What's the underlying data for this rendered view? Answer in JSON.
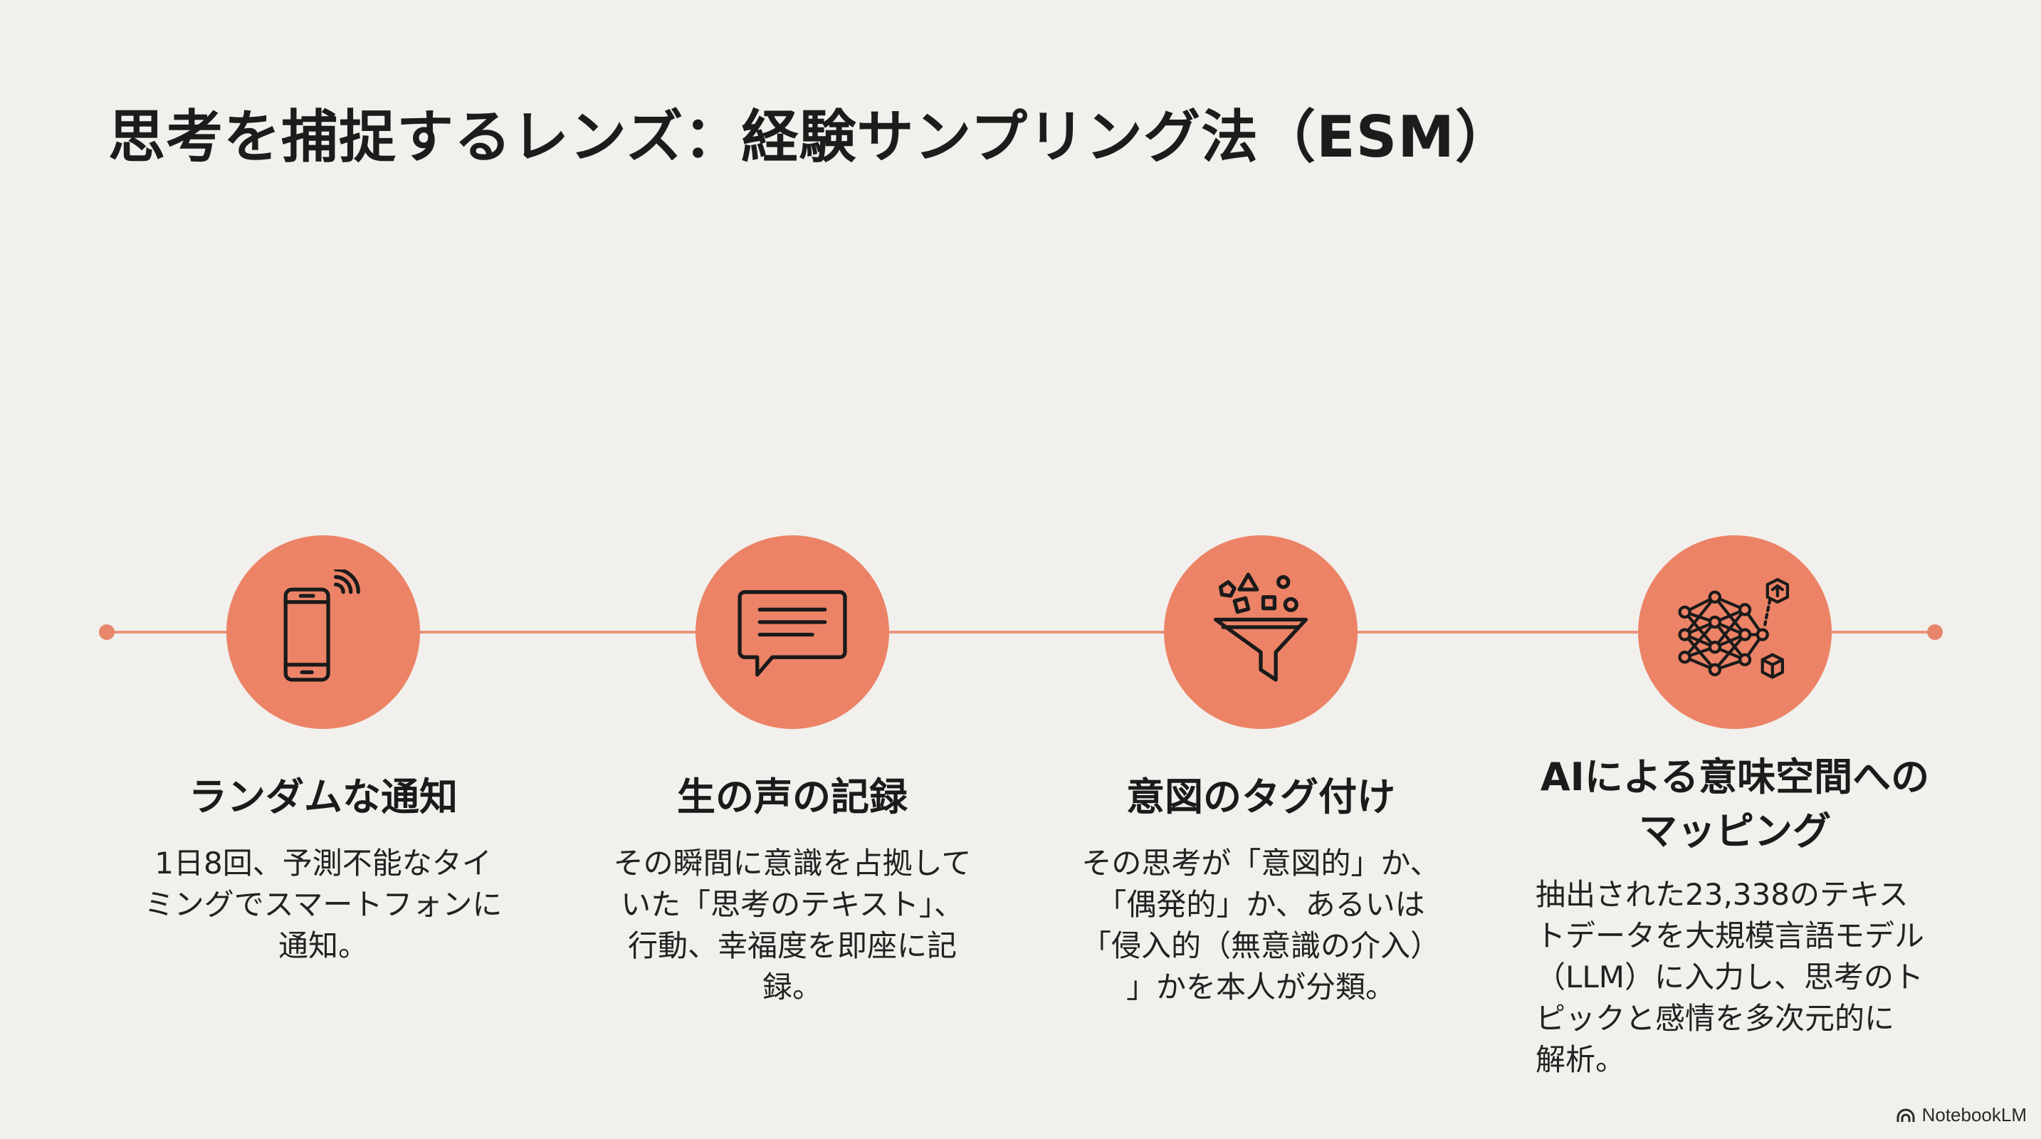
{
  "slide": {
    "title": "思考を捕捉するレンズ：経験サンプリング法（ESM）",
    "steps": [
      {
        "icon": "smartphone-icon",
        "title": "ランダムな通知",
        "description": "1日8回、予測不能なタイ\nミングでスマートフォンに\n通知。"
      },
      {
        "icon": "speech-bubble-icon",
        "title": "生の声の記録",
        "description": "その瞬間に意識を占拠して\nいた「思考のテキスト」、\n行動、幸福度を即座に記\n録。"
      },
      {
        "icon": "funnel-icon",
        "title": "意図のタグ付け",
        "description": "その思考が「意図的」か、\n「偶発的」か、あるいは\n「侵入的（無意識の介入）\n」かを本人が分類。"
      },
      {
        "icon": "neural-network-icon",
        "title": "AIによる意味空間への\nマッピング",
        "description": "抽出された23,338のテキス\nトデータを大規模言語モデル\n（LLM）に入力し、思考のト\nピックと感情を多次元的に\n解析。"
      }
    ],
    "brand": "NotebookLM"
  },
  "colors": {
    "background": "#f1f0ec",
    "accent": "#ec8366",
    "timeline": "#e9947c",
    "text": "#1c1c1c"
  }
}
